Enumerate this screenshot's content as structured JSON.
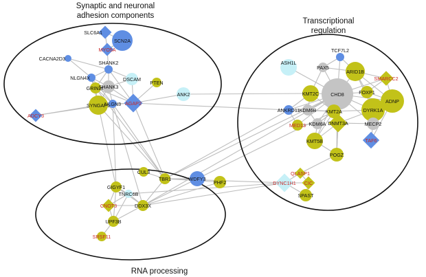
{
  "colors": {
    "blue": "#5f8ee3",
    "olive": "#c2c219",
    "light_cyan": "#c6f0f7",
    "gray": "#c4c4c4",
    "red_label": "#c82828",
    "edge": "#bdbdbd"
  },
  "clusters": {
    "synaptic": {
      "title_line1": "Synaptic and neuronal",
      "title_line2": "adhesion components"
    },
    "transcriptional": {
      "title_line1": "Transcriptional",
      "title_line2": "regulation"
    },
    "rna": {
      "title": "RNA processing"
    }
  },
  "nodes": [
    {
      "id": "SLC6A1",
      "label": "SLC6A1",
      "color": "blue",
      "shape": "diamond",
      "red": false
    },
    {
      "id": "SCN2A",
      "label": "SCN2A",
      "color": "blue",
      "shape": "circle",
      "red": false
    },
    {
      "id": "MYO5A",
      "label": "MYO5A",
      "color": "blue",
      "shape": "diamond",
      "red": true
    },
    {
      "id": "CACNA2D3",
      "label": "CACNA2D3",
      "color": "blue",
      "shape": "circle",
      "red": false
    },
    {
      "id": "SHANK2",
      "label": "SHANK2",
      "color": "blue",
      "shape": "circle",
      "red": false
    },
    {
      "id": "NLGN4X",
      "label": "NLGN4X",
      "color": "blue",
      "shape": "circle",
      "red": false
    },
    {
      "id": "DSCAM",
      "label": "DSCAM",
      "color": "light_cyan",
      "shape": "circle",
      "red": false
    },
    {
      "id": "GRIN2B",
      "label": "GRIN2B",
      "color": "olive",
      "shape": "circle",
      "red": false
    },
    {
      "id": "SHANK3",
      "label": "SHANK3",
      "color": "gray",
      "shape": "circle",
      "red": false
    },
    {
      "id": "PTEN",
      "label": "PTEN",
      "color": "olive",
      "shape": "circle",
      "red": false
    },
    {
      "id": "ADCY3",
      "label": "ADCY3",
      "color": "blue",
      "shape": "diamond",
      "red": true
    },
    {
      "id": "SYNGAP1",
      "label": "SYNGAP1",
      "color": "olive",
      "shape": "circle",
      "red": false
    },
    {
      "id": "NLGN3",
      "label": "NLGN3",
      "color": "blue",
      "shape": "circle",
      "red": false
    },
    {
      "id": "AGAP2",
      "label": "AGAP2",
      "color": "blue",
      "shape": "diamond",
      "red": true
    },
    {
      "id": "ANK2",
      "label": "ANK2",
      "color": "light_cyan",
      "shape": "circle",
      "red": false
    },
    {
      "id": "TCF7L2",
      "label": "TCF7L2",
      "color": "blue",
      "shape": "circle",
      "red": false
    },
    {
      "id": "ASH1L",
      "label": "ASH1L",
      "color": "light_cyan",
      "shape": "circle",
      "red": false
    },
    {
      "id": "PAX5",
      "label": "PAX5",
      "color": "gray",
      "shape": "circle",
      "red": false
    },
    {
      "id": "ARID1B",
      "label": "ARID1B",
      "color": "olive",
      "shape": "circle",
      "red": false
    },
    {
      "id": "SMARCC2",
      "label": "SMARCC2",
      "color": "olive",
      "shape": "diamond",
      "red": true
    },
    {
      "id": "KMT2C",
      "label": "KMT2C",
      "color": "olive",
      "shape": "circle",
      "red": false
    },
    {
      "id": "CHD8",
      "label": "CHD8",
      "color": "gray",
      "shape": "circle",
      "red": false
    },
    {
      "id": "FOXP1",
      "label": "FOXP1",
      "color": "olive",
      "shape": "circle",
      "red": false
    },
    {
      "id": "ADNP",
      "label": "ADNP",
      "color": "olive",
      "shape": "circle",
      "red": false
    },
    {
      "id": "ANKRD11",
      "label": "ANKRD11",
      "color": "blue",
      "shape": "circle",
      "red": false
    },
    {
      "id": "KDM6B",
      "label": "KDM6B",
      "color": "gray",
      "shape": "circle",
      "red": false
    },
    {
      "id": "KMT2A",
      "label": "KMT2A",
      "color": "olive",
      "shape": "circle",
      "red": false
    },
    {
      "id": "DYRK1A",
      "label": "DYRK1A",
      "color": "olive",
      "shape": "circle",
      "red": false
    },
    {
      "id": "MED13",
      "label": "MED13",
      "color": "olive",
      "shape": "circle",
      "red": true
    },
    {
      "id": "KDM6A",
      "label": "KDM6A",
      "color": "gray",
      "shape": "circle",
      "red": false
    },
    {
      "id": "DNMT3A",
      "label": "DNMT3A",
      "color": "olive",
      "shape": "diamond",
      "red": false
    },
    {
      "id": "MECP2",
      "label": "MECP2",
      "color": "gray",
      "shape": "circle",
      "red": false
    },
    {
      "id": "KMT5B",
      "label": "KMT5B",
      "color": "olive",
      "shape": "circle",
      "red": false
    },
    {
      "id": "TAF6",
      "label": "TAF6",
      "color": "blue",
      "shape": "diamond",
      "red": true
    },
    {
      "id": "POGZ",
      "label": "POGZ",
      "color": "olive",
      "shape": "circle",
      "red": false
    },
    {
      "id": "CUL3",
      "label": "CUL3",
      "color": "olive",
      "shape": "circle",
      "red": false
    },
    {
      "id": "TBR1",
      "label": "TBR1",
      "color": "olive",
      "shape": "circle",
      "red": false
    },
    {
      "id": "WDFY3",
      "label": "WDFY3",
      "color": "blue",
      "shape": "circle",
      "red": false
    },
    {
      "id": "PHF2",
      "label": "PHF2",
      "color": "olive",
      "shape": "circle",
      "red": false
    },
    {
      "id": "GIGYF1",
      "label": "GIGYF1",
      "color": "olive",
      "shape": "circle",
      "red": false
    },
    {
      "id": "TNRC6B",
      "label": "TNRC6B",
      "color": "light_cyan",
      "shape": "circle",
      "red": false
    },
    {
      "id": "CNOT3",
      "label": "CNOT3",
      "color": "olive",
      "shape": "diamond",
      "red": true
    },
    {
      "id": "DDX3X",
      "label": "DDX3X",
      "color": "olive",
      "shape": "circle",
      "red": false
    },
    {
      "id": "UPF3B",
      "label": "UPF3B",
      "color": "olive",
      "shape": "circle",
      "red": false
    },
    {
      "id": "SRSF11",
      "label": "SRSF11",
      "color": "olive",
      "shape": "circle",
      "red": true
    },
    {
      "id": "QLASP1",
      "label": "QLASP1",
      "color": "olive",
      "shape": "diamond",
      "red": true
    },
    {
      "id": "DYNC1H1",
      "label": "DYNC1H1",
      "color": "light_cyan",
      "shape": "diamond",
      "red": true
    },
    {
      "id": "CIC",
      "label": "CIC",
      "color": "olive",
      "shape": "diamond",
      "red": true
    },
    {
      "id": "SPAST",
      "label": "SPAST",
      "color": "olive",
      "shape": "circle",
      "red": false
    }
  ],
  "edges": [
    [
      "SLC6A1",
      "SCN2A"
    ],
    [
      "SLC6A1",
      "MYO5A"
    ],
    [
      "SCN2A",
      "MYO5A"
    ],
    [
      "MYO5A",
      "SHANK2"
    ],
    [
      "CACNA2D3",
      "SHANK2"
    ],
    [
      "CACNA2D3",
      "NLGN4X"
    ],
    [
      "SHANK2",
      "NLGN4X"
    ],
    [
      "SHANK2",
      "SHANK3"
    ],
    [
      "SHANK2",
      "DSCAM"
    ],
    [
      "SHANK2",
      "AGAP2"
    ],
    [
      "SHANK2",
      "GRIN2B"
    ],
    [
      "NLGN4X",
      "SHANK3"
    ],
    [
      "NLGN4X",
      "GRIN2B"
    ],
    [
      "NLGN4X",
      "NLGN3"
    ],
    [
      "NLGN4X",
      "SYNGAP1"
    ],
    [
      "GRIN2B",
      "SHANK3"
    ],
    [
      "GRIN2B",
      "SYNGAP1"
    ],
    [
      "GRIN2B",
      "NLGN3"
    ],
    [
      "GRIN2B",
      "AGAP2"
    ],
    [
      "SHANK3",
      "SYNGAP1"
    ],
    [
      "SHANK3",
      "NLGN3"
    ],
    [
      "SHANK3",
      "AGAP2"
    ],
    [
      "SHANK3",
      "DSCAM"
    ],
    [
      "SYNGAP1",
      "NLGN3"
    ],
    [
      "SYNGAP1",
      "AGAP2"
    ],
    [
      "SYNGAP1",
      "ADCY3"
    ],
    [
      "NLGN3",
      "AGAP2"
    ],
    [
      "NLGN3",
      "ADCY3"
    ],
    [
      "PTEN",
      "AGAP2"
    ],
    [
      "AGAP2",
      "DSCAM"
    ],
    [
      "AGAP2",
      "ANK2"
    ],
    [
      "SYNGAP1",
      "GIGYF1"
    ],
    [
      "NLGN3",
      "GIGYF1"
    ],
    [
      "SYNGAP1",
      "TBR1"
    ],
    [
      "NLGN3",
      "TBR1"
    ],
    [
      "GRIN2B",
      "TBR1"
    ],
    [
      "AGAP2",
      "TBR1"
    ],
    [
      "NLGN3",
      "DDX3X"
    ],
    [
      "AGAP2",
      "ANKRD11"
    ],
    [
      "TBR1",
      "ANKRD11"
    ],
    [
      "TBR1",
      "CHD8"
    ],
    [
      "DDX3X",
      "CHD8"
    ],
    [
      "DDX3X",
      "KMT2A"
    ],
    [
      "DDX3X",
      "DYNC1H1"
    ],
    [
      "TNRC6B",
      "DYNC1H1"
    ],
    [
      "TBR1",
      "DYNC1H1"
    ],
    [
      "CUL3",
      "TBR1"
    ],
    [
      "GIGYF1",
      "TNRC6B"
    ],
    [
      "GIGYF1",
      "CNOT3"
    ],
    [
      "GIGYF1",
      "UPF3B"
    ],
    [
      "GIGYF1",
      "DDX3X"
    ],
    [
      "TNRC6B",
      "CNOT3"
    ],
    [
      "TNRC6B",
      "DDX3X"
    ],
    [
      "TNRC6B",
      "UPF3B"
    ],
    [
      "CNOT3",
      "UPF3B"
    ],
    [
      "CNOT3",
      "DDX3X"
    ],
    [
      "UPF3B",
      "DDX3X"
    ],
    [
      "UPF3B",
      "SRSF11"
    ],
    [
      "TBR1",
      "DDX3X"
    ],
    [
      "DDX3X",
      "PHF2"
    ],
    [
      "TBR1",
      "WDFY3"
    ],
    [
      "TBR1",
      "PHF2"
    ],
    [
      "TCF7L2",
      "PAX5"
    ],
    [
      "TCF7L2",
      "CHD8"
    ],
    [
      "TCF7L2",
      "ARID1B"
    ],
    [
      "ASH1L",
      "CHD8"
    ],
    [
      "PAX5",
      "CHD8"
    ],
    [
      "PAX5",
      "ARID1B"
    ],
    [
      "PAX5",
      "KMT2C"
    ],
    [
      "ARID1B",
      "CHD8"
    ],
    [
      "ARID1B",
      "SMARCC2"
    ],
    [
      "ARID1B",
      "FOXP1"
    ],
    [
      "ARID1B",
      "DYRK1A"
    ],
    [
      "ARID1B",
      "ADNP"
    ],
    [
      "SMARCC2",
      "CHD8"
    ],
    [
      "SMARCC2",
      "ADNP"
    ],
    [
      "SMARCC2",
      "FOXP1"
    ],
    [
      "KMT2C",
      "CHD8"
    ],
    [
      "KMT2C",
      "KMT2A"
    ],
    [
      "KMT2C",
      "KDM6B"
    ],
    [
      "KMT2C",
      "ANKRD11"
    ],
    [
      "CHD8",
      "FOXP1"
    ],
    [
      "CHD8",
      "ADNP"
    ],
    [
      "CHD8",
      "DYRK1A"
    ],
    [
      "CHD8",
      "KDM6B"
    ],
    [
      "CHD8",
      "KMT2A"
    ],
    [
      "CHD8",
      "KDM6A"
    ],
    [
      "CHD8",
      "DNMT3A"
    ],
    [
      "CHD8",
      "MECP2"
    ],
    [
      "CHD8",
      "KMT5B"
    ],
    [
      "CHD8",
      "POGZ"
    ],
    [
      "CHD8",
      "ANKRD11"
    ],
    [
      "CHD8",
      "MED13"
    ],
    [
      "FOXP1",
      "DYRK1A"
    ],
    [
      "FOXP1",
      "ADNP"
    ],
    [
      "DYRK1A",
      "ADNP"
    ],
    [
      "DYRK1A",
      "MECP2"
    ],
    [
      "DYRK1A",
      "DNMT3A"
    ],
    [
      "DYRK1A",
      "KMT2A"
    ],
    [
      "ANKRD11",
      "KDM6B"
    ],
    [
      "ANKRD11",
      "KMT2A"
    ],
    [
      "ANKRD11",
      "MED13"
    ],
    [
      "KDM6B",
      "KMT2A"
    ],
    [
      "KDM6B",
      "KDM6A"
    ],
    [
      "KMT2A",
      "KDM6A"
    ],
    [
      "KMT2A",
      "DNMT3A"
    ],
    [
      "KMT2A",
      "KMT5B"
    ],
    [
      "MED13",
      "KDM6A"
    ],
    [
      "KDM6A",
      "KMT5B"
    ],
    [
      "DNMT3A",
      "MECP2"
    ],
    [
      "DNMT3A",
      "KMT5B"
    ],
    [
      "DNMT3A",
      "POGZ"
    ],
    [
      "MECP2",
      "TAF6"
    ],
    [
      "MECP2",
      "ADNP"
    ],
    [
      "KMT5B",
      "POGZ"
    ],
    [
      "POGZ",
      "DNMT3A"
    ],
    [
      "TAF6",
      "ADNP"
    ],
    [
      "POGZ",
      "QLASP1"
    ],
    [
      "QLASP1",
      "DYNC1H1"
    ],
    [
      "QLASP1",
      "CIC"
    ],
    [
      "DYNC1H1",
      "CIC"
    ],
    [
      "DYNC1H1",
      "SPAST"
    ],
    [
      "CIC",
      "SPAST"
    ],
    [
      "ANK2",
      "KMT2C"
    ]
  ]
}
